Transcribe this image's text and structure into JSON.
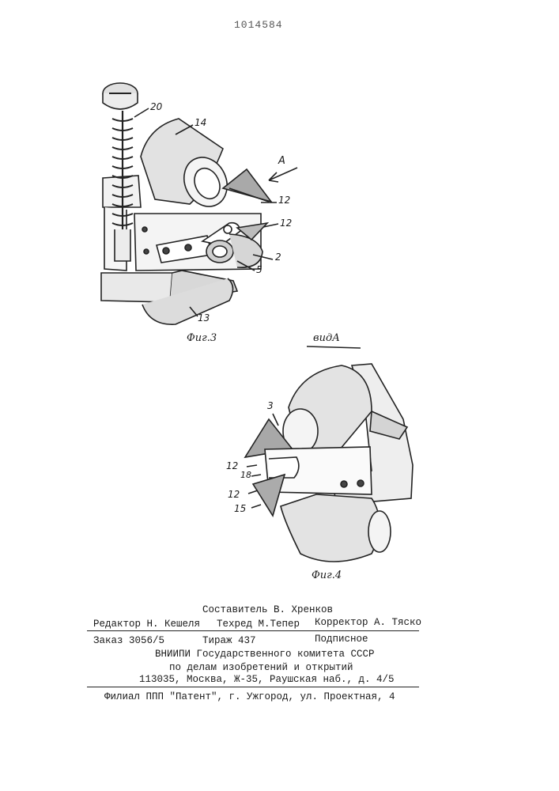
{
  "header": {
    "patent_number": "1014584"
  },
  "figure3": {
    "caption": "Фиг.3",
    "arrow_label": "А",
    "labels": {
      "l20": "20",
      "l14": "14",
      "l12a": "12",
      "l12b": "12",
      "l2": "2",
      "l5": "5",
      "l13": "13"
    }
  },
  "figure4": {
    "view_label": "видА",
    "caption": "Фиг.4",
    "labels": {
      "l3": "3",
      "l12a": "12",
      "l18": "18",
      "l12b": "12",
      "l15": "15"
    }
  },
  "imprint": {
    "compiler": "Составитель В. Хренков",
    "editor": "Редактор  Н. Кешеля",
    "techred": "Техред М.Тепер",
    "corrector": "Корректор А. Тяско",
    "order": "Заказ 3056/5",
    "circulation": "Тираж 437",
    "subscription": "Подписное",
    "org1": "ВНИИПИ Государственного комитета СССР",
    "org2": "по делам изобретений и открытий",
    "address": "113035, Москва, Ж-35, Раушская наб., д. 4/5",
    "branch": "Филиал ППП \"Патент\", г. Ужгород, ул. Проектная, 4"
  }
}
